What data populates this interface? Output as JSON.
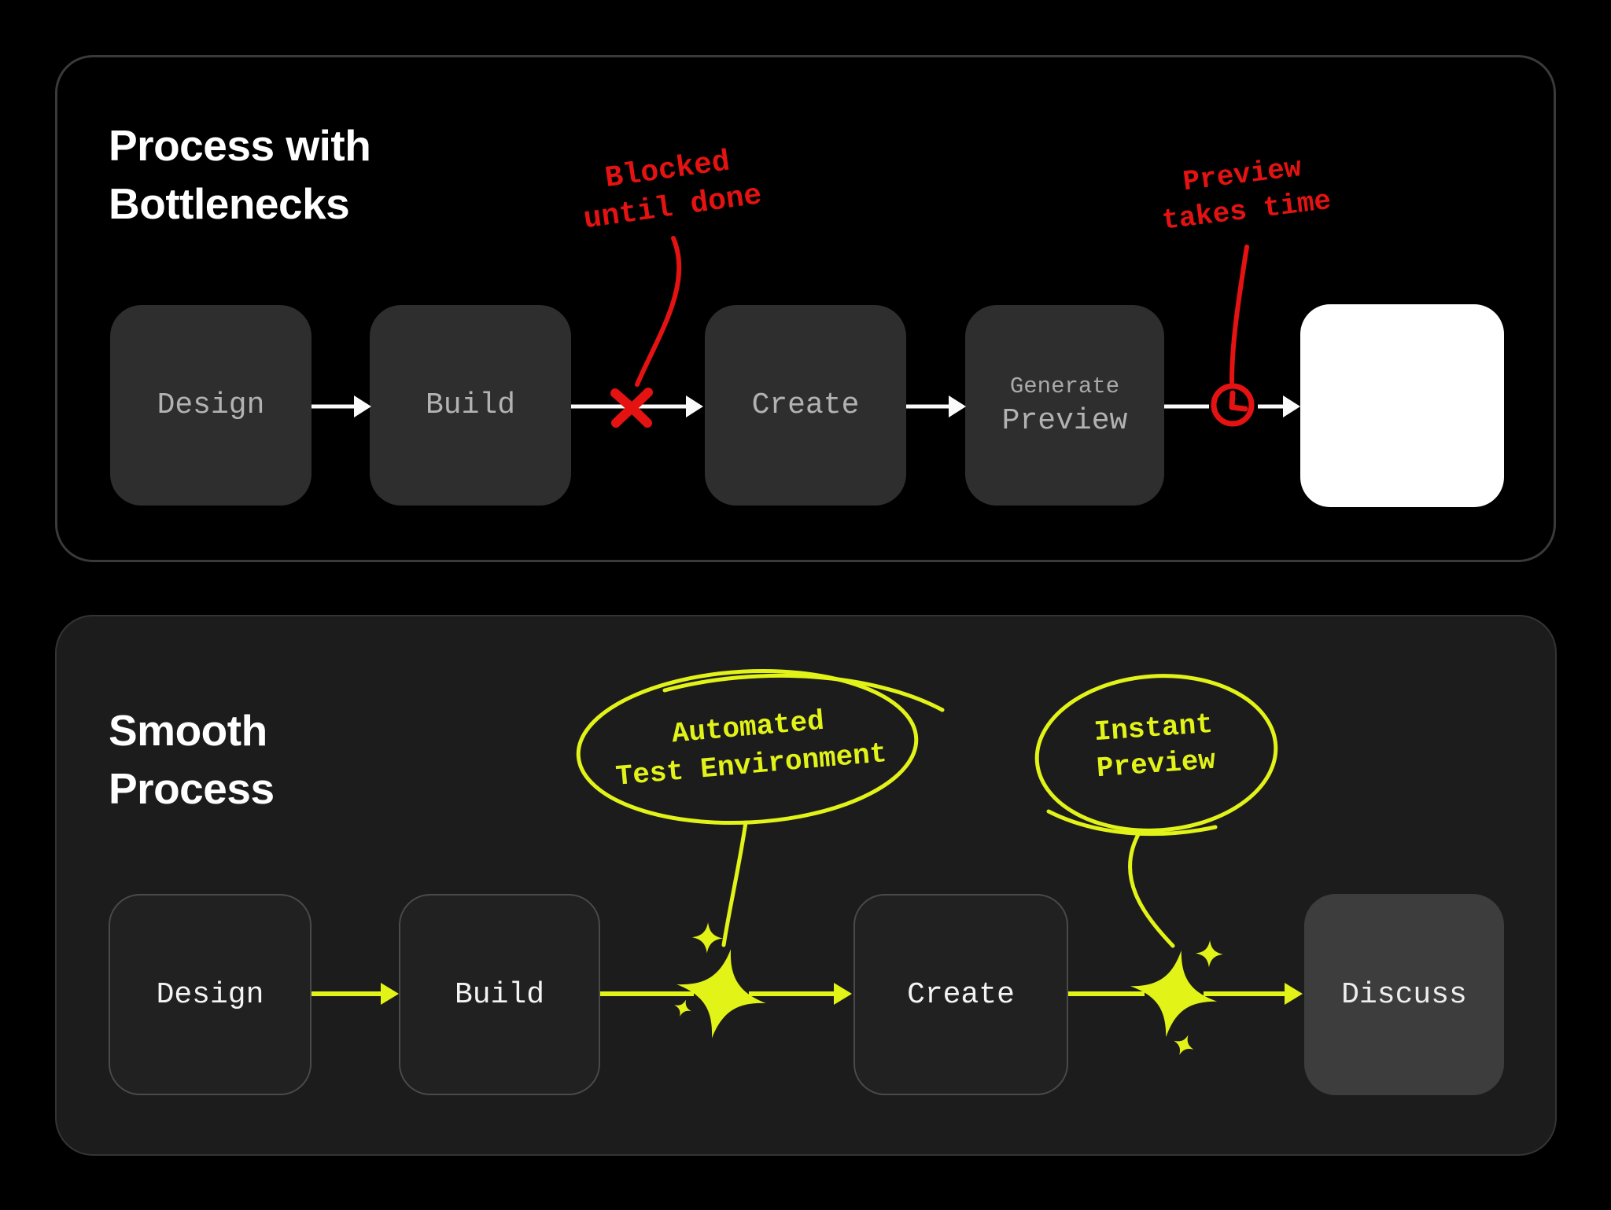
{
  "colors": {
    "red": "#e51212",
    "yellow": "#e2f318",
    "white-arrow": "#fafafa",
    "panel-top-bg": "#000000",
    "panel-top-border": "#3a3a3a",
    "panel-bottom-bg": "#1c1c1c",
    "panel-bottom-border": "#343434",
    "box-dark": "#2e2e2e",
    "box-label-muted": "#b2b2b2",
    "box-outline-bg": "#212121",
    "box-outline-border": "#4a4a4a",
    "box-outline-label": "#f4f4f4",
    "box-light": "#3d3d3d",
    "box-light-label": "#ededed",
    "title": "#ffffff"
  },
  "top_panel": {
    "title": "Process with\nBottlenecks",
    "boxes": [
      {
        "label": "Design"
      },
      {
        "label": "Build"
      },
      {
        "label": "Create"
      },
      {
        "label_top": "Generate",
        "label": "Preview"
      },
      {
        "label": ""
      }
    ],
    "annotations": [
      {
        "text": "Blocked\nuntil done"
      },
      {
        "text": "Preview\ntakes time"
      }
    ]
  },
  "bottom_panel": {
    "title": "Smooth\nProcess",
    "boxes": [
      {
        "label": "Design"
      },
      {
        "label": "Build"
      },
      {
        "label": "Create"
      },
      {
        "label": "Discuss"
      }
    ],
    "callouts": [
      {
        "text": "Automated\nTest Environment"
      },
      {
        "text": "Instant\nPreview"
      }
    ]
  }
}
